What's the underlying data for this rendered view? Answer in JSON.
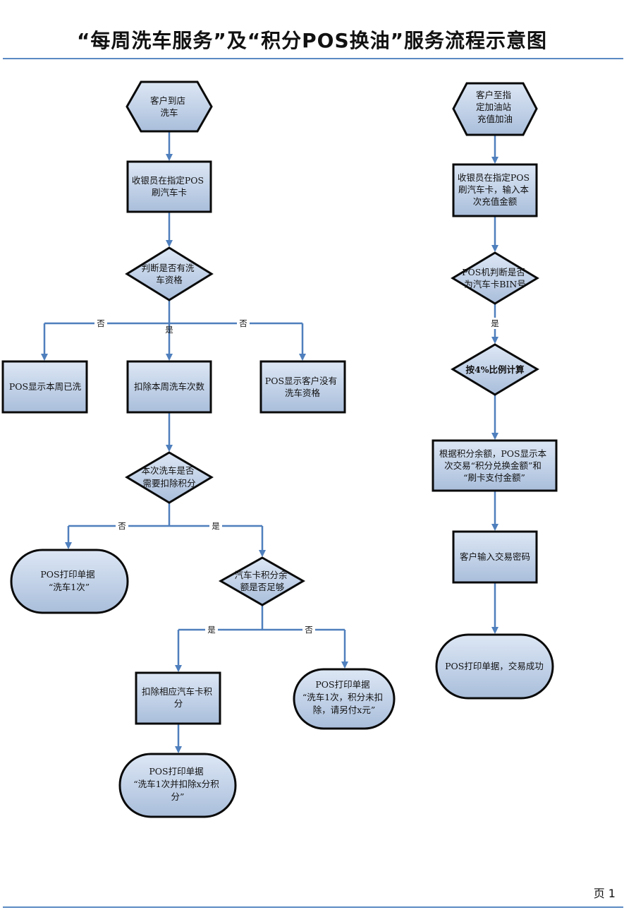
{
  "title": "“每周洗车服务”及“积分POS换油”服务流程示意图",
  "page_number": "页 1",
  "nodes": {
    "n1": [
      "客户到店",
      "洗车"
    ],
    "n2": [
      "收银员在指定POS",
      "刷汽车卡"
    ],
    "n3": [
      "判断是否有洗",
      "车资格"
    ],
    "n4": [
      "POS显示本周已洗"
    ],
    "n5": [
      "扣除本周洗车次数"
    ],
    "n6": [
      "POS显示客户没有",
      "洗车资格"
    ],
    "n7": [
      "本次洗车是否",
      "需要扣除积分"
    ],
    "n8": [
      "POS打印单据",
      "“洗车1次”"
    ],
    "n9": [
      "汽车卡积分余",
      "额是否足够"
    ],
    "n10": [
      "扣除相应汽车卡积",
      "分"
    ],
    "n11": [
      "POS打印单据",
      "“洗车1次，积分未扣",
      "除，请另付x元”"
    ],
    "n12": [
      "POS打印单据",
      "“洗车1次并扣除x分积",
      "分”"
    ],
    "r1": [
      "客户至指",
      "定加油站",
      "充值加油"
    ],
    "r2": [
      "收银员在指定POS",
      "刷汽车卡，输入本",
      "次充值金额"
    ],
    "r3": [
      "POS机判断是否",
      "为汽车卡BIN号"
    ],
    "r4": [
      "按4%比例计算"
    ],
    "r5": [
      "根据积分余额，POS显示本",
      "次交易“积分兑换金额”和",
      "“刷卡支付金额”"
    ],
    "r6": [
      "客户输入交易密码"
    ],
    "r7": [
      "POS打印单据，交易成功"
    ]
  },
  "edge_labels": {
    "e3_4": "否",
    "e3_5": "是",
    "e3_6": "否",
    "e7_8": "否",
    "e7_9": "是",
    "e9_10": "是",
    "e9_11": "否",
    "er3_4": "是"
  }
}
